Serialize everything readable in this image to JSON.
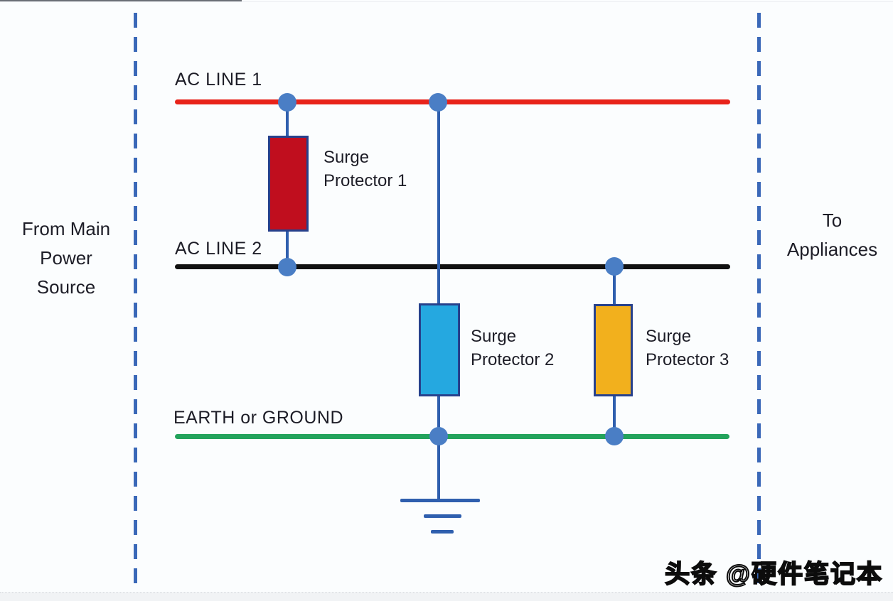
{
  "diagram": {
    "source_label": {
      "line1": "From Main",
      "line2": "Power",
      "line3": "Source"
    },
    "destination_label": {
      "line1": "To",
      "line2": "Appliances"
    },
    "ac_line_1": {
      "label": "AC LINE 1",
      "color": "#e8231a"
    },
    "ac_line_2": {
      "label": "AC LINE 2",
      "color": "#111111"
    },
    "earth_line": {
      "label": "EARTH or GROUND",
      "color": "#23a35c"
    },
    "protectors": [
      {
        "line1": "Surge",
        "line2": "Protector 1",
        "color": "#c00e1e"
      },
      {
        "line1": "Surge",
        "line2": "Protector 2",
        "color": "#25a8e0"
      },
      {
        "line1": "Surge",
        "line2": "Protector 3",
        "color": "#f2b01d"
      }
    ],
    "colors": {
      "connector": "#2f5fae",
      "junction_dot": "#4a7ec5",
      "dashed_boundary": "#3a68b8",
      "protector_border": "#27418c",
      "text": "#1d1d27"
    },
    "watermark": "头条 @硬件笔记本"
  }
}
